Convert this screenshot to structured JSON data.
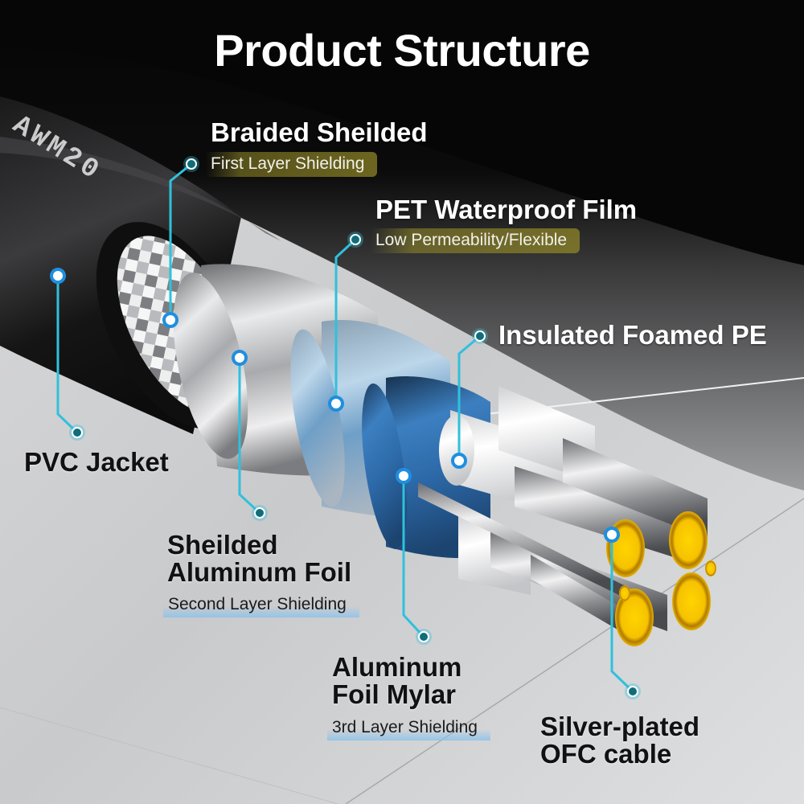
{
  "title": "Product Structure",
  "cable_print_text": "AWM20",
  "colors": {
    "leader_line": "#2fc1dc",
    "marker_outer": "#1e8fe0",
    "marker_end": "#0f6e78",
    "gold_highlight": "#9a8e2c",
    "blue_highlight": "#8cc3eb",
    "conductor_gold": "#f4c400"
  },
  "callouts": [
    {
      "id": "braided",
      "title": "Braided Sheilded",
      "subtitle": "First Layer Shielding",
      "icon": "callout-marker-icon"
    },
    {
      "id": "pet",
      "title": "PET Waterproof Film",
      "subtitle": "Low Permeability/Flexible",
      "icon": "callout-marker-icon"
    },
    {
      "id": "foamed",
      "title": "Insulated Foamed PE",
      "icon": "callout-marker-icon"
    },
    {
      "id": "pvc",
      "title": "PVC Jacket",
      "icon": "callout-marker-icon"
    },
    {
      "id": "foil",
      "title_line1": "Sheilded",
      "title_line2": "Aluminum Foil",
      "subtitle": "Second Layer Shielding",
      "icon": "callout-marker-icon"
    },
    {
      "id": "mylar",
      "title_line1": "Aluminum",
      "title_line2": "Foil Mylar",
      "subtitle": "3rd Layer Shielding",
      "icon": "callout-marker-icon"
    },
    {
      "id": "ofc",
      "title_line1": "Silver-plated",
      "title_line2": "OFC cable",
      "icon": "callout-marker-icon"
    }
  ]
}
